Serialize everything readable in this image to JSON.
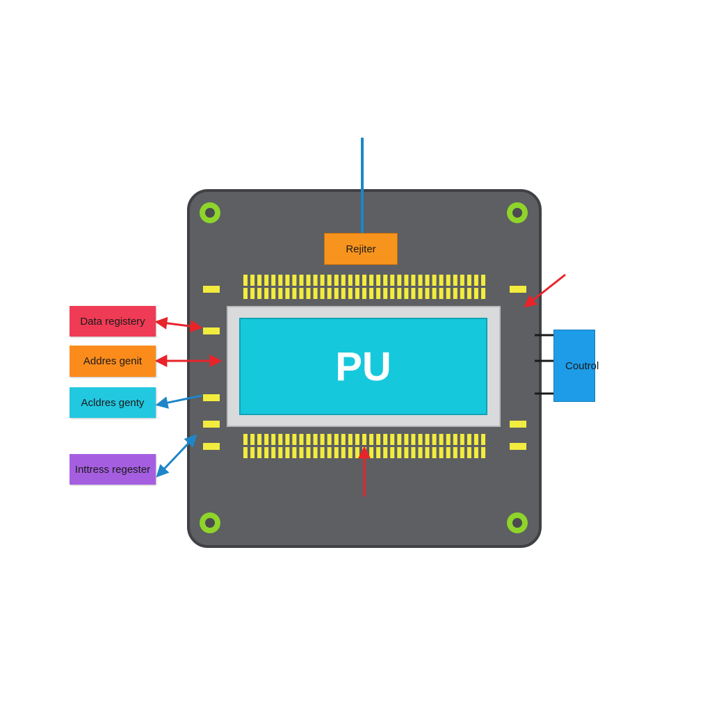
{
  "chip": {
    "core_label": "PU",
    "top_register_label": "Rejiter",
    "control_label": "Coutrol"
  },
  "side_labels": [
    {
      "text": "Data registery",
      "color": "#ef3b55"
    },
    {
      "text": "Addres genit",
      "color": "#fb8c1c"
    },
    {
      "text": "Acldres genty",
      "color": "#22c7e0"
    },
    {
      "text": "Inttress regester",
      "color": "#a55ee0"
    }
  ],
  "colors": {
    "board": "#5d5f62",
    "board_border": "#3f4144",
    "core": "#16c8dc",
    "core_frame": "#d9dadb",
    "pins": "#f2ec3f",
    "mount_ring": "#8fd42b",
    "register": "#f7941d",
    "control": "#1e9ce8",
    "arrow_red": "#e8232a",
    "arrow_blue": "#1e86c8"
  }
}
